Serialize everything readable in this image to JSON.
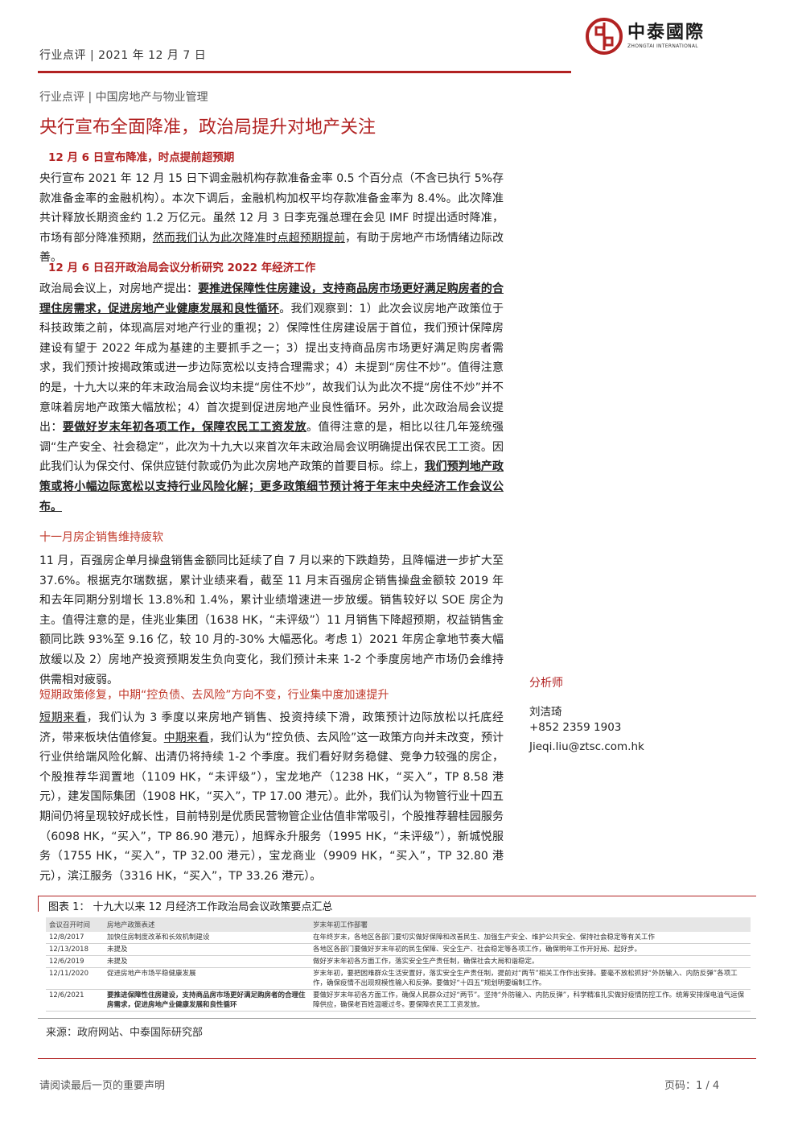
{
  "header": {
    "left": "行业点评 |  2021 年 12 月 7 日",
    "logo_cn": "中泰國際",
    "logo_en": "ZHONGTAI INTERNATIONAL"
  },
  "subtitle": "行业点评 | 中国房地产与物业管理",
  "title": "央行宣布全面降准，政治局提升对地产关注",
  "s1": {
    "heading": "12 月 6 日宣布降准，时点提前超预期",
    "p_a": "央行宣布 2021 年 12 月 15 日下调金融机构存款准备金率 0.5 个百分点（不含已执行 5%存款准备金率的金融机构）。本次下调后，金融机构加权平均存款准备金率为 8.4%。此次降准共计释放长期资金约 1.2 万亿元。虽然 12 月 3 日李克强总理在会见 IMF 时提出适时降准，市场有部分降准预期，",
    "p_u": "然而我们认为此次降准时点超预期提前",
    "p_b": "，有助于房地产市场情绪边际改善。"
  },
  "s2": {
    "heading": "12 月 6 日召开政治局会议分析研究 2022 年经济工作",
    "p1": "政治局会议上，对房地产提出：",
    "p2": "要推进保障性住房建设，支持商品房市场更好满足购房者的合理住房需求，促进房地产业健康发展和良性循环",
    "p3": "。我们观察到：1）此次会议房地产政策位于科技政策之前，体现高层对地产行业的重视；2）保障性住房建设居于首位，我们预计保障房建设有望于 2022 年成为基建的主要抓手之一；3）提出支持商品房市场更好满足购房者需求，我们预计按揭政策或进一步边际宽松以支持合理需求；4）未提到“房住不炒”。值得注意的是，十九大以来的年末政治局会议均未提“房住不炒”，故我们认为此次不提“房住不炒”并不意味着房地产政策大幅放松；4）首次提到促进房地产业良性循环。另外，此次政治局会议提出：",
    "p4": "要做好岁末年初各项工作，保障农民工工资发放",
    "p5": "。值得注意的是，相比以往几年笼统强调“生产安全、社会稳定”，此次为十九大以来首次年末政治局会议明确提出保农民工工资。因此我们认为保交付、保供应链付款或仍为此次房地产政策的首要目标。综上，",
    "p6": "我们预判地产政策或将小幅边际宽松以支持行业风险化解；更多政策细节预计将于年末中央经济工作会议公布。"
  },
  "s3": {
    "heading": "十一月房企销售维持疲软",
    "p": "11 月，百强房企单月操盘销售金额同比延续了自 7 月以来的下跌趋势，且降幅进一步扩大至 37.6%。根据克尔瑞数据，累计业绩来看，截至 11 月末百强房企销售操盘金额较 2019 年和去年同期分别增长 13.8%和 1.4%，累计业绩增速进一步放缓。销售较好以 SOE 房企为主。值得注意的是，佳兆业集团（1638 HK，“未评级”）11 月销售下降超预期，权益销售金额同比跌 93%至 9.16 亿，较 10 月的-30% 大幅恶化。考虑 1）2021 年房企拿地节奏大幅放缓以及 2）房地产投资预期发生负向变化，我们预计未来 1-2 个季度房地产市场仍会维持供需相对疲弱。"
  },
  "s4": {
    "heading": "短期政策修复，中期“控负债、去风险”方向不变，行业集中度加速提升",
    "u1": "短期来看",
    "t1": "，我们认为 3 季度以来房地产销售、投资持续下滑，政策预计边际放松以托底经济，带来板块估值修复。",
    "u2": "中期来看",
    "t2": "，我们认为“控负债、去风险”这一政策方向并未改变，预计行业供给端风险化解、出清仍将持续 1-2 个季度。我们看好财务稳健、竞争力较强的房企，个股推荐华润置地（1109 HK，“未评级”），宝龙地产（1238 HK，“买入”，TP 8.58 港元），建发国际集团（1908 HK，“买入”，TP 17.00 港元）。此外，我们认为物管行业十四五期间仍将呈现较好成长性，目前特别是优质民营物管企业估值非常吸引，个股推荐碧桂园服务（6098 HK，“买入”，TP 86.90 港元），旭辉永升服务（1995 HK，“未评级”），新城悦服务（1755 HK，“买入”，TP 32.00 港元），宝龙商业（9909 HK，“买入”，TP 32.80 港元），滨江服务（3316 HK，“买入”，TP 33.26 港元）。"
  },
  "analyst": {
    "label": "分析师",
    "name": "刘洁琦",
    "phone": "+852 2359 1903",
    "email": "Jieqi.liu@ztsc.com.hk"
  },
  "table": {
    "title": "图表 1：  十九大以来 12 月经济工作政治局会议政策要点汇总",
    "headers": [
      "会议召开时间",
      "房地产政策表述",
      "岁末年初工作部署"
    ],
    "rows": [
      [
        "12/8/2017",
        "加快住房制度改革和长效机制建设",
        "在年终岁末，各地区各部门要切实做好保障和改善民生、加强生产安全、维护公共安全、保持社会稳定等有关工作"
      ],
      [
        "12/13/2018",
        "未提及",
        "各地区各部门要做好岁末年初的民生保障、安全生产、社会稳定等各项工作，确保明年工作开好局、起好步。"
      ],
      [
        "12/6/2019",
        "未提及",
        "做好岁末年初各方面工作，落实安全生产责任制，确保社会大局和谐稳定。"
      ],
      [
        "12/11/2020",
        "促进房地产市场平稳健康发展",
        "岁末年初，要把困难群众生活安置好，落实安全生产责任制，提前对“两节”相关工作作出安排。要毫不放松抓好“外防输入、内防反弹”各项工作，确保疫情不出现规模性输入和反弹。要做好“十四五”规划明要编制工作。"
      ],
      [
        "12/6/2021",
        "要推进保障性住房建设，支持商品房市场更好满足购房者的合理住房需求，促进房地产业健康发展和良性循环",
        "要做好岁末年初各方面工作，确保人民群众过好“两节”。坚持“外防输入、内防反弹”，科学精准扎实做好疫情防控工作。统筹安排煤电油气运保障供应，确保老百姓温暖过冬。要保障农民工工资发放。"
      ]
    ],
    "source": "来源：政府网站、中泰国际研究部"
  },
  "footer": {
    "left": "请阅读最后一页的重要声明",
    "right": "页码：1 / 4"
  },
  "colors": {
    "accent": "#b22222"
  }
}
